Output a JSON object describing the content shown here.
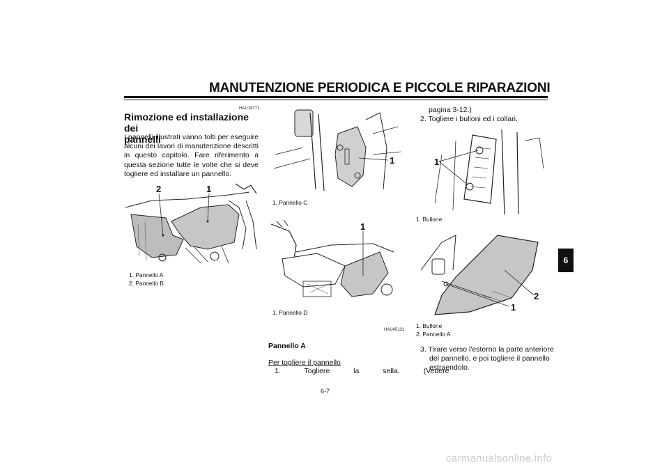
{
  "header": {
    "title": "MANUTENZIONE PERIODICA E PICCOLE RIPARAZIONI"
  },
  "left_column": {
    "code": "HAU18771",
    "section_title_1": "Rimozione ed installazione dei",
    "section_title_2": "pannelli",
    "paragraph": "I pannelli illustrati vanno tolti per eseguire alcuni dei lavori di manutenzione descritti in questo capitolo. Fare riferimento a questa sezione tutte le volte che si deve togliere ed installare un pannello.",
    "figure": {
      "callouts": [
        "2",
        "1"
      ],
      "captions": [
        "1. Pannello A",
        "2. Pannello B"
      ]
    }
  },
  "middle_column": {
    "figure_top": {
      "callout": "1",
      "caption": "1. Pannello C"
    },
    "figure_bottom": {
      "callout": "1",
      "caption": "1. Pannello D"
    },
    "code": "HAU45131",
    "subheading": "Pannello A",
    "procedure_title": "Per togliere il pannello",
    "step_1": "1. Togliere la sella. (Vedere"
  },
  "right_column": {
    "step_1_cont": "pagina 3-12.)",
    "step_2": "2. Togliere i bulloni ed i collari.",
    "figure_top": {
      "callout": "1",
      "caption": "1. Bullone"
    },
    "figure_bottom": {
      "callouts": [
        "2",
        "1"
      ],
      "captions": [
        "1. Bullone",
        "2. Pannello A"
      ]
    },
    "step_3": "3. Tirare verso l'esterno la parte anteriore del pannello, e poi togliere il pannello estraendolo."
  },
  "side_tab": "6",
  "footer": {
    "page_number": "6-7",
    "watermark": "carmanualsonline.info"
  }
}
